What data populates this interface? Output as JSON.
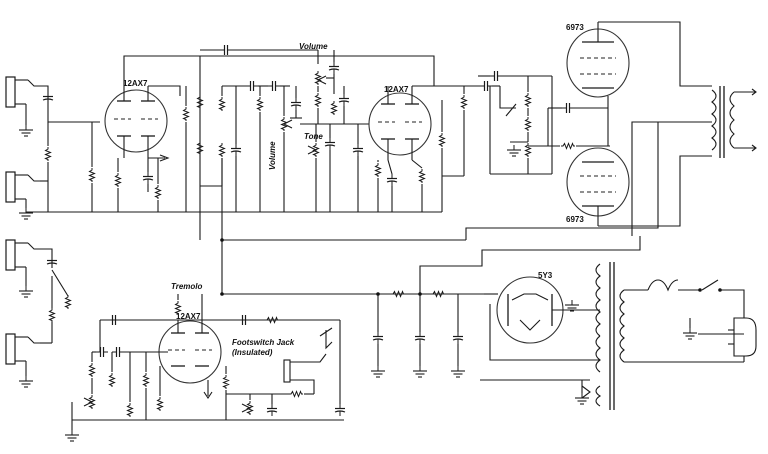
{
  "labels": {
    "v1": "12AX7",
    "v2": "12AX7",
    "v3": "12AX7",
    "power_top": "6973",
    "power_bottom": "6973",
    "rectifier": "5Y3",
    "volume_top": "Volume",
    "volume_vertical": "Volume",
    "tone": "Tone",
    "tremolo": "Tremolo",
    "footswitch_line1": "Footswitch Jack",
    "footswitch_line2": "(Insulated)"
  }
}
